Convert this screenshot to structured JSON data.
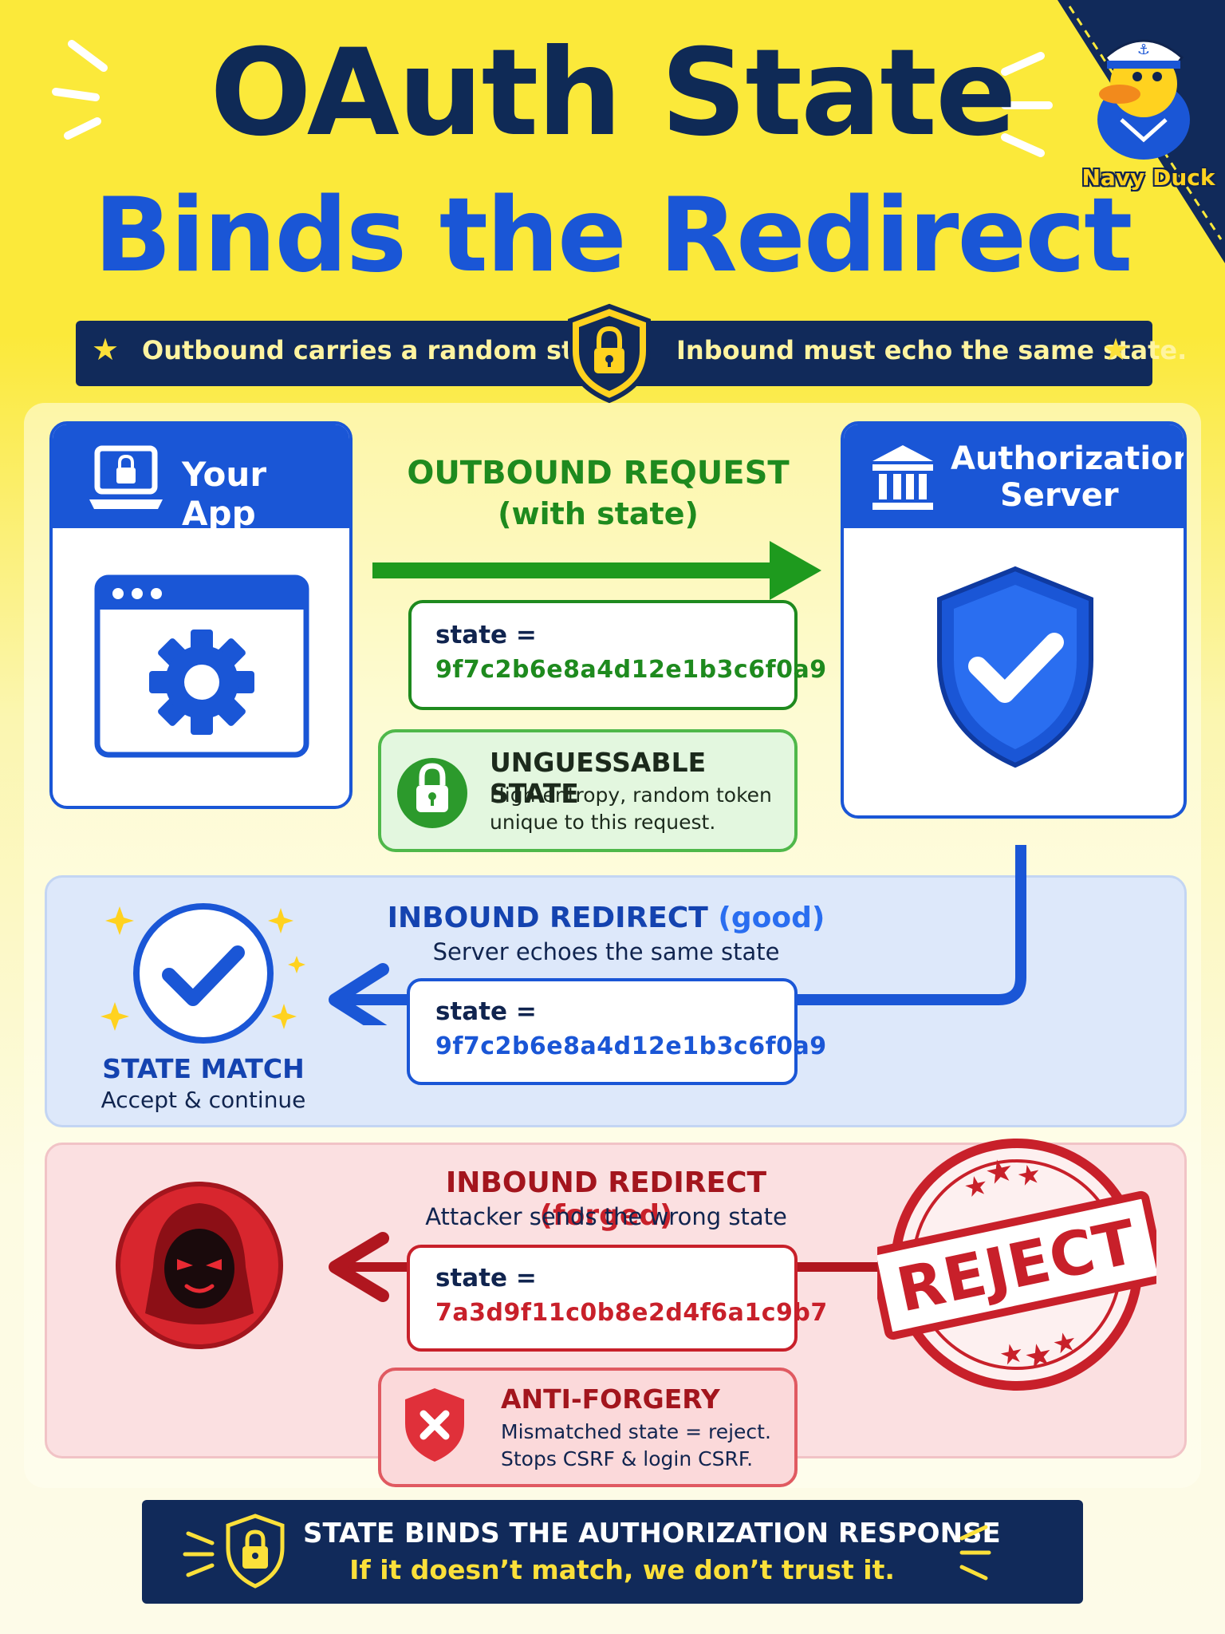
{
  "title": {
    "line1": "OAuth State",
    "line2": "Binds the Redirect"
  },
  "brand": {
    "name": "Navy Duck"
  },
  "ribbon": {
    "left": "Outbound carries a random state.",
    "right": "Inbound must echo the same state."
  },
  "app_card": {
    "title": "Your App"
  },
  "server_card": {
    "title_line1": "Authorization",
    "title_line2": "Server"
  },
  "outbound": {
    "title": "OUTBOUND REQUEST",
    "subtitle": "(with state)",
    "state_label": "state =",
    "state_value": "9f7c2b6e8a4d12e1b3c6f0a9"
  },
  "unguessable": {
    "title": "UNGUESSABLE STATE",
    "line1": "High-entropy, random token",
    "line2": "unique to this request."
  },
  "inbound_good": {
    "title": "INBOUND REDIRECT",
    "qualifier": "(good)",
    "subtitle": "Server echoes the same state",
    "state_label": "state =",
    "state_value": "9f7c2b6e8a4d12e1b3c6f0a9",
    "result_title": "STATE MATCH",
    "result_sub": "Accept & continue"
  },
  "inbound_forged": {
    "title": "INBOUND REDIRECT",
    "qualifier": "(forged)",
    "subtitle": "Attacker sends the wrong state",
    "state_label": "state =",
    "state_value": "7a3d9f11c0b8e2d4f6a1c9b7",
    "stamp": "REJECT"
  },
  "anti_forgery": {
    "title": "ANTI-FORGERY",
    "line1": "Mismatched state = reject.",
    "line2": "Stops CSRF & login CSRF."
  },
  "footer": {
    "title": "STATE BINDS THE AUTHORIZATION RESPONSE",
    "subtitle": "If it doesn’t match, we don’t trust it."
  },
  "colors": {
    "navy": "#112a5a",
    "blue": "#1a56d6",
    "green": "#1e8a1e",
    "red": "#c8202a",
    "yellow": "#fbe93a"
  },
  "icons": [
    "lock-icon",
    "laptop-lock-icon",
    "bank-icon",
    "gear-icon",
    "shield-check-icon",
    "check-circle-icon",
    "hooded-attacker-icon",
    "shield-x-icon",
    "star-icon",
    "sparkle-icon",
    "duck-mascot-icon"
  ]
}
